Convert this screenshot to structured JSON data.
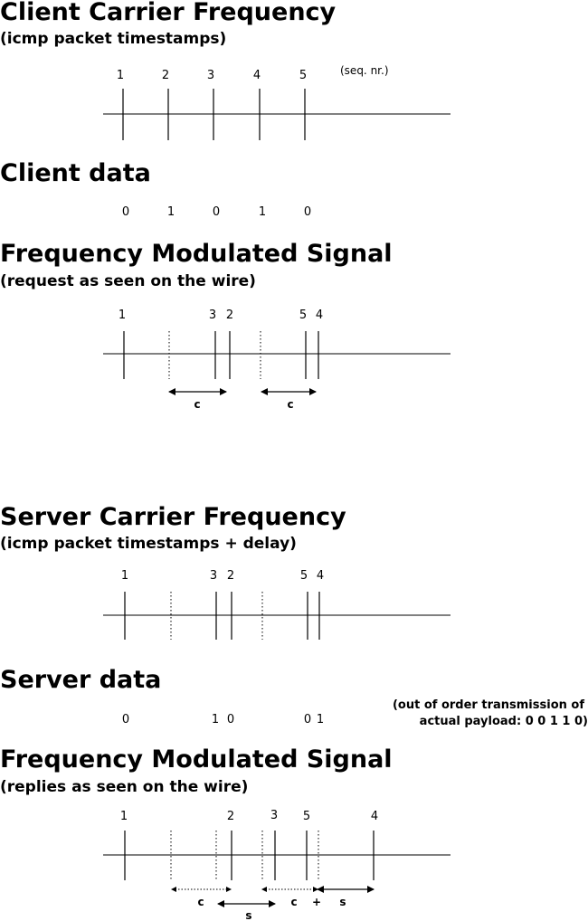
{
  "client_carrier": {
    "title": "Client Carrier Frequency",
    "subtitle": "(icmp packet timestamps)",
    "seq_labels": [
      "1",
      "2",
      "3",
      "4",
      "5"
    ],
    "seq_note": "(seq. nr.)"
  },
  "client_data": {
    "title": "Client data",
    "bits": [
      "0",
      "1",
      "0",
      "1",
      "0"
    ]
  },
  "request_signal": {
    "title": "Frequency Modulated Signal",
    "subtitle": "(request as seen on the wire)",
    "labels": [
      "1",
      "3",
      "2",
      "5",
      "4"
    ],
    "interval_labels": [
      "c",
      "c"
    ]
  },
  "server_carrier": {
    "title": "Server Carrier Frequency",
    "subtitle": "(icmp packet timestamps + delay)",
    "labels": [
      "1",
      "3",
      "2",
      "5",
      "4"
    ]
  },
  "server_data": {
    "title": "Server data",
    "bits": [
      "0",
      "1",
      "0",
      "0",
      "1"
    ],
    "note_line1": "(out of order transmission of",
    "note_line2": "actual payload:  0  0  1  1  0)"
  },
  "reply_signal": {
    "title": "Frequency Modulated Signal",
    "subtitle": "(replies as seen on the wire)",
    "labels": [
      "1",
      "2",
      "3",
      "5",
      "4"
    ],
    "interval_labels": [
      "c",
      "s",
      "c",
      "+",
      "s"
    ]
  }
}
